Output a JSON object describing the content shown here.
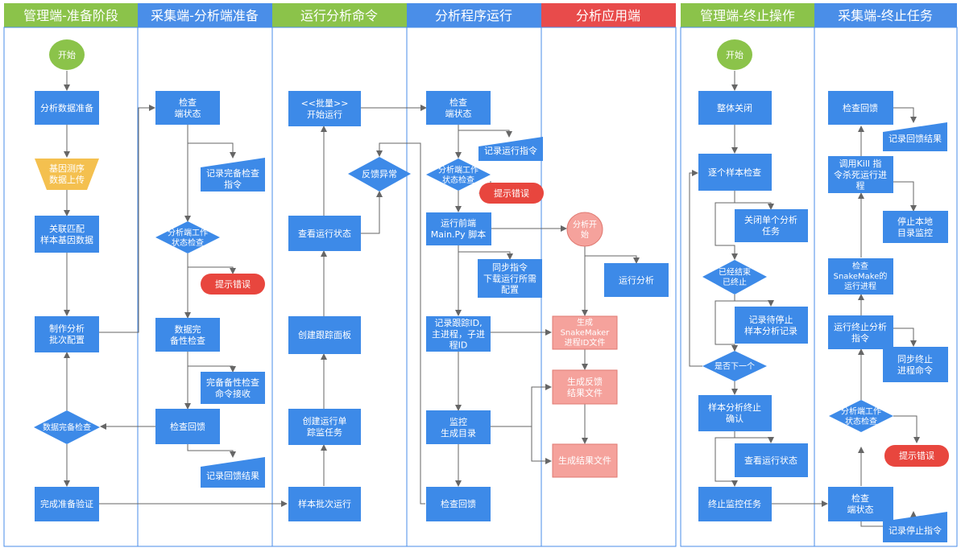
{
  "colors": {
    "header_green": "#8bc34a",
    "header_blue": "#4a8ee8",
    "header_red": "#e84b4b",
    "box_blue": "#3d8ae8",
    "box_pink": "#f5a29c",
    "box_pink_border": "#e07a72",
    "start_green": "#8bc34a",
    "terminal_red": "#e8463e",
    "trapezoid_yellow": "#f4c04f",
    "line": "#666666",
    "lane_border": "#4a8ee8"
  },
  "lanes": [
    {
      "id": "l1",
      "title": "管理端-准备阶段",
      "color": "green"
    },
    {
      "id": "l2",
      "title": "采集端-分析端准备",
      "color": "blue"
    },
    {
      "id": "l3",
      "title": "运行分析命令",
      "color": "green"
    },
    {
      "id": "l4",
      "title": "分析程序运行",
      "color": "blue"
    },
    {
      "id": "l5",
      "title": "分析应用端",
      "color": "red"
    },
    {
      "id": "l6",
      "title": "管理端-终止操作",
      "color": "green"
    },
    {
      "id": "l7",
      "title": "采集端-终止任务",
      "color": "blue"
    }
  ],
  "nodes": {
    "l1_start": "开始",
    "l1_prep": "分析数据准备",
    "l1_upload": "基因测序|数据上传",
    "l1_match": "关联匹配|样本基因数据",
    "l1_batch": "制作分析|批次配置",
    "l1_check": "数据完备检查",
    "l1_done": "完成准备验证",
    "l2_status": "检查|端状态",
    "l2_record_cmd": "记录完备检查|指令",
    "l2_work": "分析端工作|状态检查",
    "l2_err": "提示错误",
    "l2_complete": "数据完|备性检查",
    "l2_recv": "完备备性检查|命令接收",
    "l2_feedback": "检查回馈",
    "l2_record_fb": "记录回馈结果",
    "l3_batchrun": "<<批量>>|开始运行",
    "l3_exception": "反馈异常",
    "l3_view": "查看运行状态",
    "l3_panel": "创建跟踪面板",
    "l3_create": "创建运行单|踪监任务",
    "l3_sample": "样本批次运行",
    "l4_status": "检查|端状态",
    "l4_record_cmd": "记录运行指令",
    "l4_work": "分析端工作|状态检查",
    "l4_err": "提示错误",
    "l4_pre": "运行前端|Main.Py 脚本",
    "l4_sync": "同步指令|下载运行所需|配置",
    "l4_record_id": "记录跟踪ID,|主进程，子进|程ID",
    "l4_monitor": "监控|生成目录",
    "l4_feedback": "检查回馈",
    "l5_start": "分析开|始",
    "l5_run": "运行分析",
    "l5_gen_id": "生成|SnakeMaker|进程ID文件",
    "l5_gen_fb": "生成反馈|结果文件",
    "l5_gen_res": "生成结果文件",
    "l6_start": "开始",
    "l6_close": "整体关闭",
    "l6_each": "逐个样本检查",
    "l6_close_one": "关闭单个分析|任务",
    "l6_finished": "已经结束|已终止",
    "l6_record_stop": "记录待停止|样本分析记录",
    "l6_next": "是否下一个",
    "l6_confirm": "样本分析终止|确认",
    "l6_view": "查看运行状态",
    "l6_term": "终止监控任务",
    "l7_feedback": "检查回馈",
    "l7_record_fb": "记录回馈结果",
    "l7_kill": "调用Kill 指|令杀死运行进|程",
    "l7_stop_local": "停止本地|目录监控",
    "l7_check_proc": "检查|SnakeMake的|运行进程",
    "l7_run_stop": "运行终止分析|指令",
    "l7_sync_stop": "同步终止|进程命令",
    "l7_work": "分析端工作|状态检查",
    "l7_err": "提示错误",
    "l7_status": "检查|端状态",
    "l7_record_stop": "记录停止指令"
  }
}
